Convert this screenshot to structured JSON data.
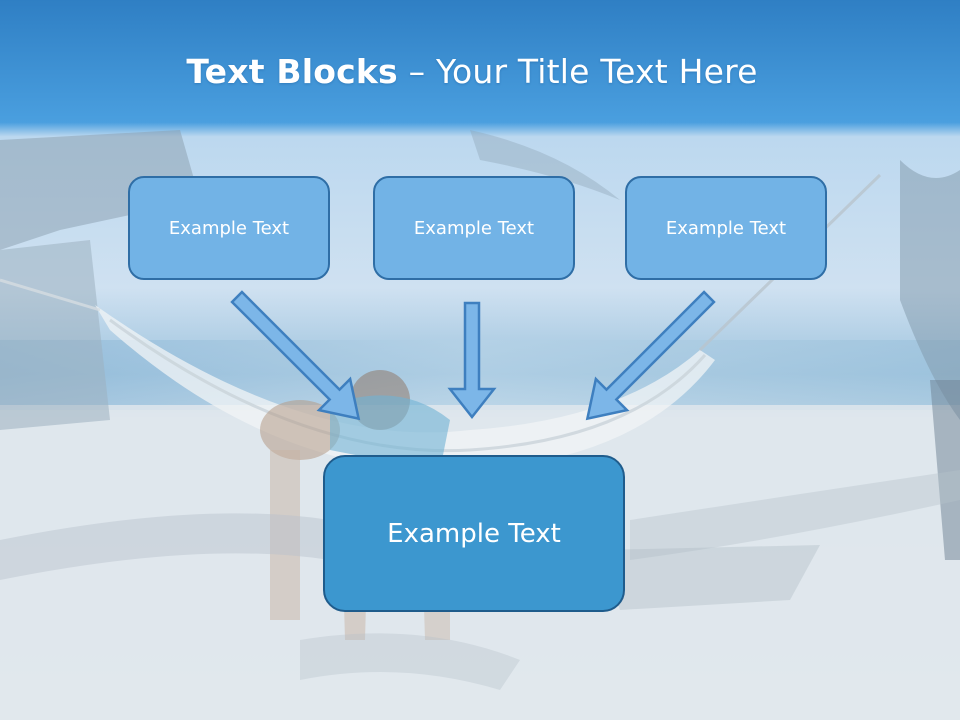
{
  "title": {
    "bold": "Text Blocks",
    "dash": " – ",
    "rest": "Your Title Text Here"
  },
  "blocks": [
    {
      "label": "Example Text"
    },
    {
      "label": "Example Text"
    },
    {
      "label": "Example Text"
    }
  ],
  "target": {
    "label": "Example Text"
  },
  "colors": {
    "header_blue": "#3a8fd6",
    "small_box_fill": "#72b3e6",
    "small_box_border": "#2f6ea6",
    "big_box_fill": "#3c97cf",
    "big_box_border": "#1f5c8c",
    "arrow_fill": "#7cb6e8",
    "arrow_stroke": "#3e7fbf"
  }
}
